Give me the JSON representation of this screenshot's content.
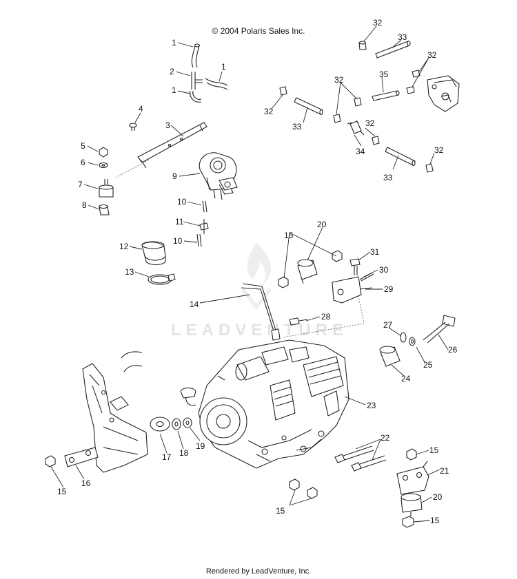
{
  "header": {
    "copyright": "© 2004 Polaris Sales Inc."
  },
  "footer": {
    "rendered_by": "Rendered by LeadVenture, Inc."
  },
  "watermark": {
    "text": "LEADVENTURE"
  },
  "callouts": {
    "c1a": "1",
    "c1b": "1",
    "c1c": "1",
    "c2": "2",
    "c3": "3",
    "c4": "4",
    "c5": "5",
    "c6": "6",
    "c7": "7",
    "c8": "8",
    "c9": "9",
    "c10a": "10",
    "c10b": "10",
    "c11": "11",
    "c12": "12",
    "c13": "13",
    "c14": "14",
    "c15a": "15",
    "c15b": "15",
    "c15c": "15",
    "c15d": "15",
    "c15e": "15",
    "c16": "16",
    "c17": "17",
    "c18": "18",
    "c19": "19",
    "c20a": "20",
    "c20b": "20",
    "c21": "21",
    "c22": "22",
    "c23": "23",
    "c24": "24",
    "c25": "25",
    "c26": "26",
    "c27": "27",
    "c28": "28",
    "c29": "29",
    "c30": "30",
    "c31": "31",
    "c32a": "32",
    "c32b": "32",
    "c32c": "32",
    "c32d": "32",
    "c32e": "32",
    "c32f": "32",
    "c33a": "33",
    "c33b": "33",
    "c33c": "33",
    "c34": "34",
    "c35": "35"
  }
}
